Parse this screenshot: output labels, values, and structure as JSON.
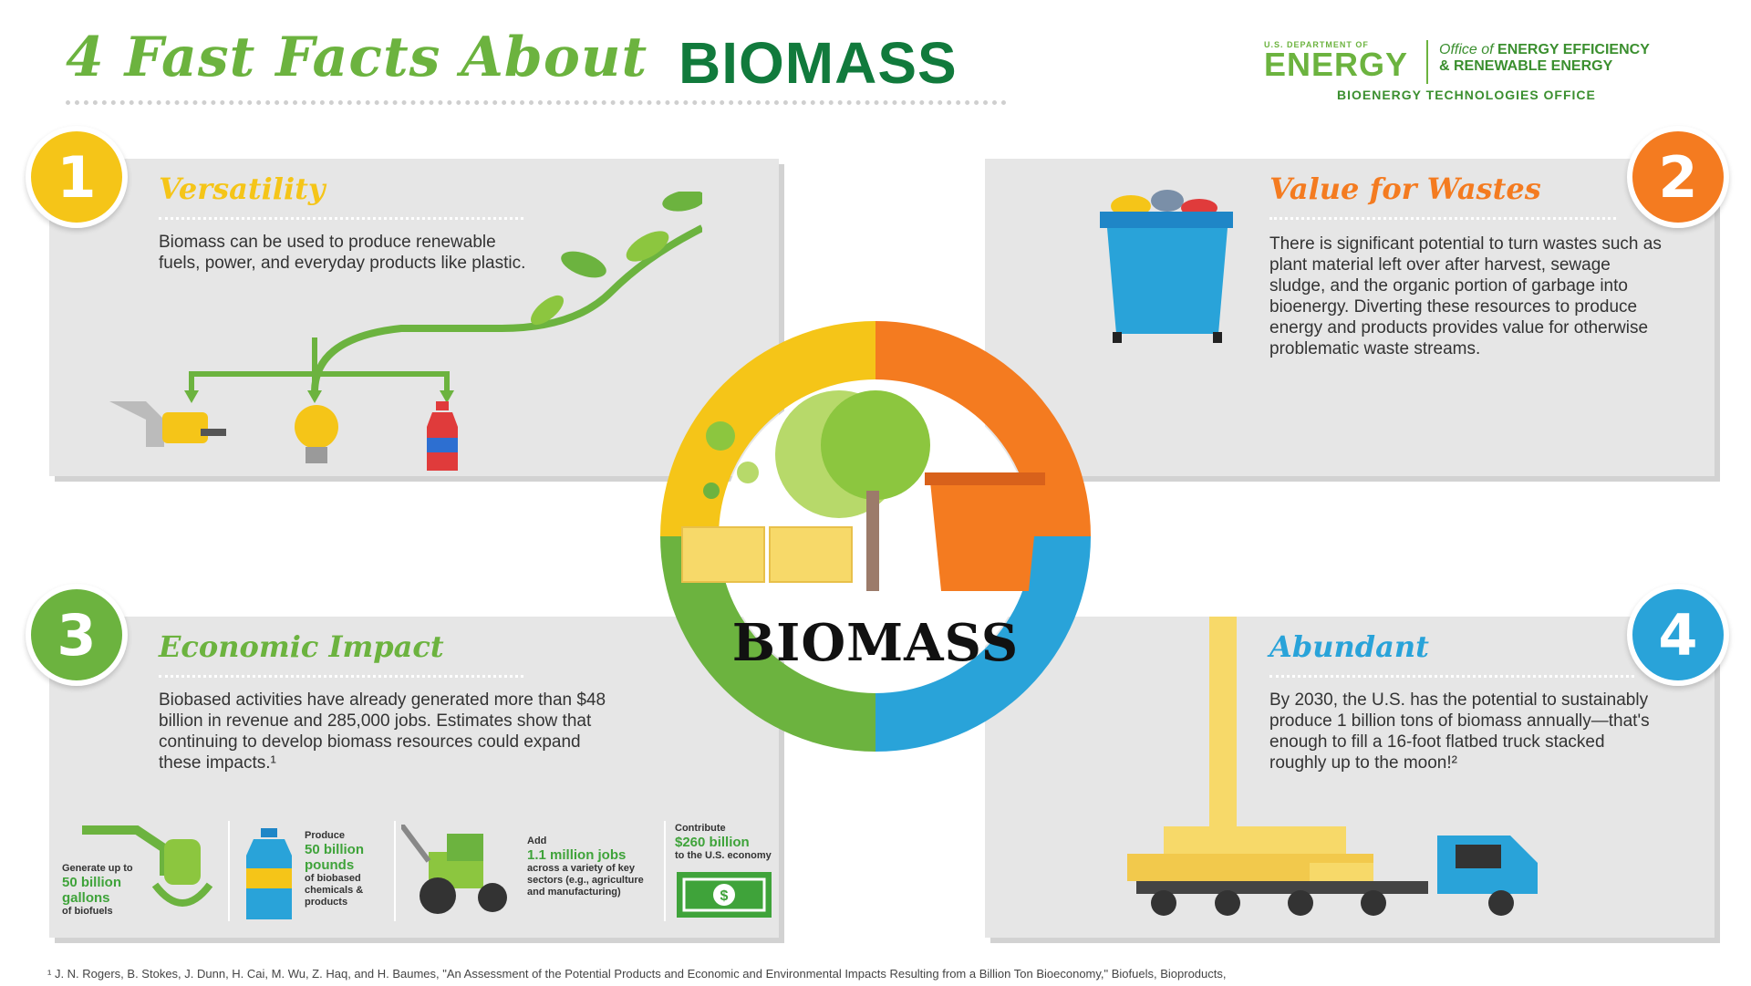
{
  "header": {
    "title_script": "4 Fast Facts About",
    "title_bold": "BIOMASS"
  },
  "doe_logo": {
    "department": "U.S. DEPARTMENT OF",
    "energy": "ENERGY",
    "office_line1_italic": "Office of",
    "office_line1": "ENERGY EFFICIENCY",
    "office_line2": "& RENEWABLE ENERGY",
    "bioenergy": "BIOENERGY TECHNOLOGIES OFFICE"
  },
  "center": {
    "word": "BIOMASS"
  },
  "facts": [
    {
      "number": "1",
      "heading": "Versatility",
      "text": "Biomass can be used to produce renewable fuels, power, and everyday products like plastic."
    },
    {
      "number": "2",
      "heading": "Value for Wastes",
      "text": "There is significant potential to turn wastes such as plant material left over after harvest, sewage sludge, and the organic portion of garbage into bioenergy. Diverting these resources to produce energy and products provides value for otherwise problematic waste streams."
    },
    {
      "number": "3",
      "heading": "Economic Impact",
      "text": "Biobased activities have already generated more than $48 billion in revenue and 285,000 jobs. Estimates show that continuing to develop biomass resources could expand these impacts.¹"
    },
    {
      "number": "4",
      "heading": "Abundant",
      "text": "By 2030, the U.S. has the potential to sustainably produce 1 billion tons of biomass annually—that's enough to fill a 16-foot flatbed truck stacked roughly up to the moon!²"
    }
  ],
  "stats": [
    {
      "pre": "Generate up to",
      "highlight": "50 billion gallons",
      "post": "of biofuels"
    },
    {
      "pre": "Produce",
      "highlight": "50 billion pounds",
      "post": "of biobased chemicals & products"
    },
    {
      "pre": "Add",
      "highlight": "1.1 million jobs",
      "post": "across a variety of key sectors (e.g., agriculture and manufacturing)"
    },
    {
      "pre": "Contribute",
      "highlight": "$260 billion",
      "post": "to the U.S. economy"
    }
  ],
  "colors": {
    "yellow": "#f5c518",
    "orange": "#f47b20",
    "green": "#6cb33f",
    "blue": "#29a3d9",
    "dark_green": "#117a3c",
    "panel_gray": "#e6e6e6"
  },
  "footnote": "¹ J. N. Rogers, B. Stokes, J. Dunn, H. Cai, M. Wu, Z. Haq, and H. Baumes, \"An Assessment of the Potential Products and Economic and Environmental Impacts Resulting from a Billion Ton Bioeconomy,\" Biofuels, Bioproducts,"
}
